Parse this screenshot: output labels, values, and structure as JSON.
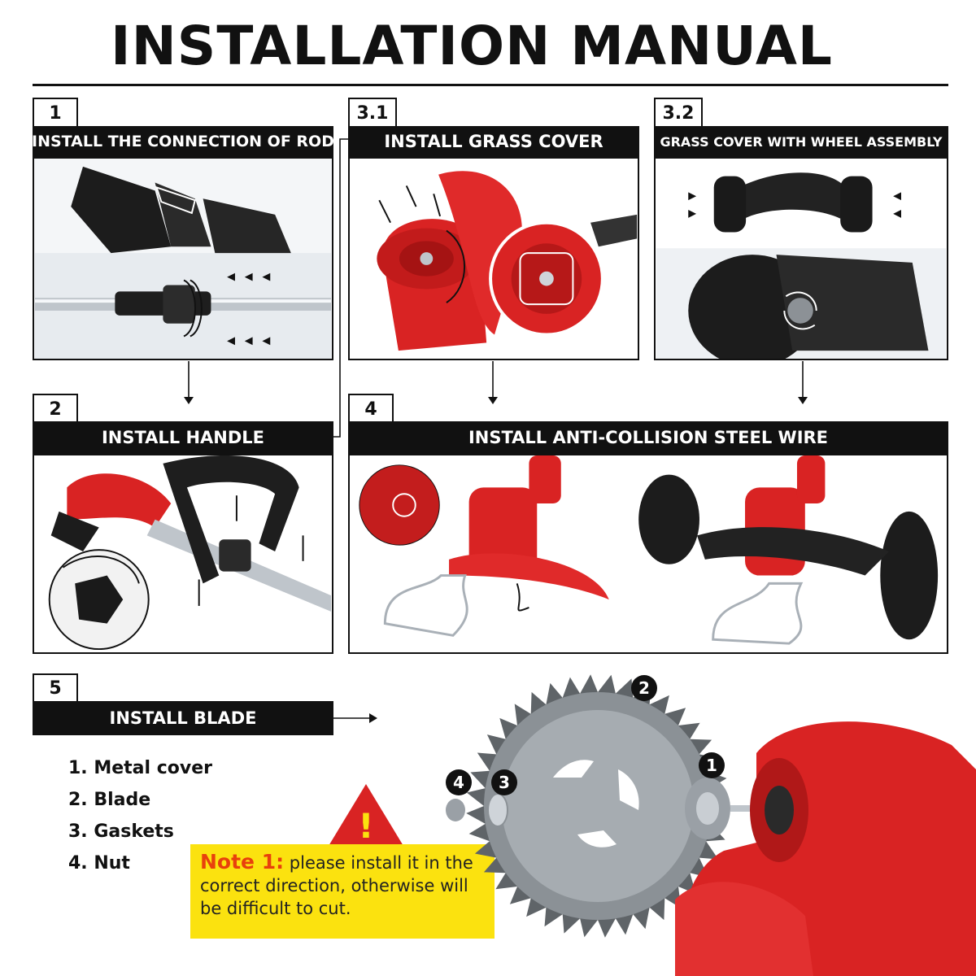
{
  "title": "INSTALLATION MANUAL",
  "steps": [
    {
      "num": "1",
      "label": "INSTALL THE CONNECTION OF ROD"
    },
    {
      "num": "3.1",
      "label": "INSTALL GRASS COVER"
    },
    {
      "num": "3.2",
      "label": "GRASS COVER WITH WHEEL ASSEMBLY"
    },
    {
      "num": "2",
      "label": "INSTALL HANDLE"
    },
    {
      "num": "4",
      "label": "INSTALL ANTI-COLLISION STEEL WIRE"
    },
    {
      "num": "5",
      "label": "INSTALL BLADE"
    }
  ],
  "parts": [
    "1. Metal cover",
    "2. Blade",
    "3. Gaskets",
    "4. Nut"
  ],
  "part_markers": [
    "1",
    "2",
    "3",
    "4"
  ],
  "note": {
    "label": "Note 1:",
    "text": " please install it in the correct direction, otherwise will be difficult to cut.",
    "warning_symbol": "!"
  },
  "colors": {
    "accent_red": "#d92323",
    "note_yellow": "#fbe20f",
    "note_label": "#e8400c",
    "bar_black": "#111111"
  }
}
